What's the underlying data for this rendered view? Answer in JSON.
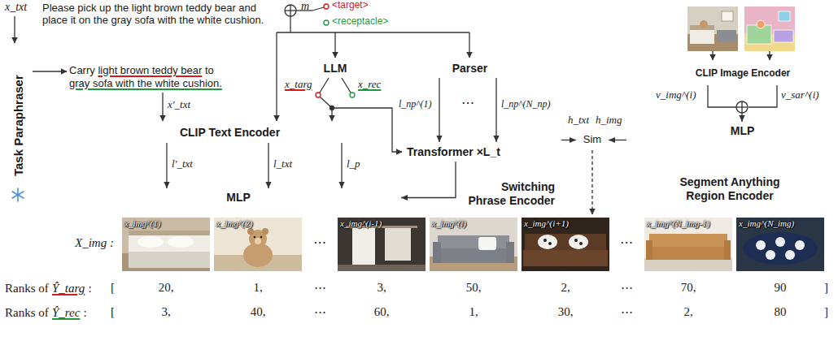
{
  "diagram": {
    "nodes": [
      {
        "text": [
          "Task Paraphraser"
        ]
      },
      {
        "text": [
          "Switching Phrase Encoder"
        ]
      },
      {
        "text": [
          "LLM"
        ],
        "in": 1
      },
      {
        "text": [
          "Parser"
        ],
        "in": 1
      },
      {
        "text": [
          "CLIP Text Encoder"
        ],
        "in": 1
      },
      {
        "text": [
          "Transformer ×L_t"
        ],
        "in": 1
      },
      {
        "text": [
          "MLP"
        ],
        "in": 1
      },
      {
        "text": [
          "Sim"
        ]
      },
      {
        "text": [
          "Segment Anything Region Encoder"
        ]
      },
      {
        "text": [
          "CLIP Image Encoder"
        ],
        "in": 8
      },
      {
        "text": [
          "MLP"
        ],
        "in": 8
      }
    ],
    "edges": [
      {
        "from": 3,
        "to": 5,
        "arrow": "to"
      },
      {
        "from": 3,
        "to": 5,
        "arrow": "to"
      },
      {
        "from": 4,
        "to": 6,
        "arrow": "to"
      },
      {
        "from": 4,
        "to": 6,
        "arrow": "to"
      },
      {
        "from": 4,
        "to": 6,
        "arrow": "to"
      },
      {
        "from": 5,
        "to": 6,
        "arrow": "to"
      },
      {
        "from": 1,
        "to": 7,
        "arrow": "to",
        "label": "h_txt"
      },
      {
        "from": 8,
        "to": 7,
        "arrow": "to",
        "label": "h_img"
      },
      {
        "from": 9,
        "to": 10,
        "arrow": "to"
      }
    ],
    "labels": [
      "x_txt",
      "Please pick up the light brown teddy bear and place it on the gray sofa with the white cushion.",
      "m",
      "<target>",
      "<receptacle>",
      "Carry",
      "light brown teddy bear",
      "to",
      "gray sofa with the white cushion.",
      "x'_txt",
      "x_targ",
      "x_rec",
      "l_np^(1)",
      "⋯",
      "l_np^(N_np)",
      "l'_txt",
      "l_txt",
      "l_p",
      "v_img^(i)",
      "v_sar^(i)",
      "X_img :",
      "x_img^(1)",
      "x_img^(2)",
      "x_img^(i-1)",
      "x_img^(i)",
      "x_img^(i+1)",
      "x_img^(N_img-1)",
      "x_img^(N_img)",
      "⋯",
      "⋯",
      "Ranks of",
      "Ŷ_targ",
      ":",
      "[",
      "20,",
      "1,",
      "⋯",
      "3,",
      "50,",
      "2,",
      "⋯",
      "70,",
      "90",
      "]",
      "Ranks of",
      "Ŷ_rec",
      ":",
      "[",
      "3,",
      "40,",
      "⋯",
      "60,",
      "1,",
      "30,",
      "⋯",
      "2,",
      "80",
      "]"
    ]
  }
}
